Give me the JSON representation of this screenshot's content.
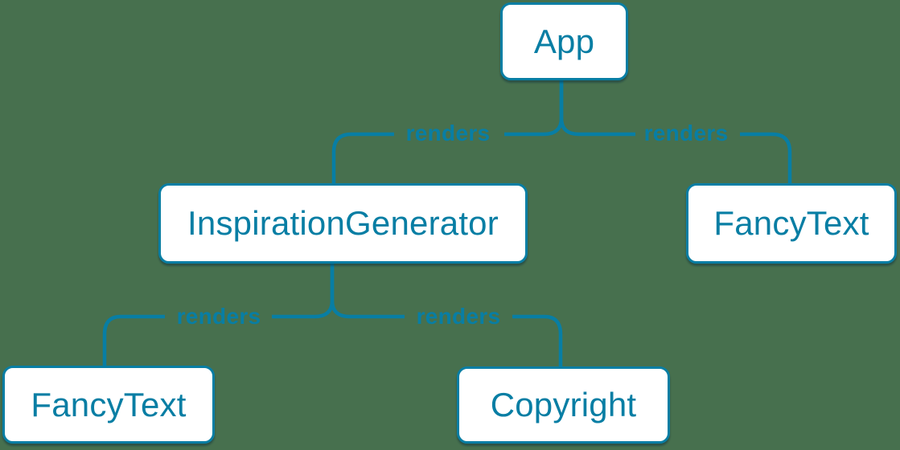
{
  "diagram": {
    "type": "component-render-tree",
    "colors": {
      "background": "#47704e",
      "accent": "#087ea4",
      "node_fill": "#ffffff"
    },
    "nodes": [
      {
        "id": "app",
        "label": "App"
      },
      {
        "id": "inspiration-generator",
        "label": "InspirationGenerator"
      },
      {
        "id": "fancy-text-top",
        "label": "FancyText"
      },
      {
        "id": "fancy-text-bottom",
        "label": "FancyText"
      },
      {
        "id": "copyright",
        "label": "Copyright"
      }
    ],
    "edges": [
      {
        "from": "App",
        "to": "InspirationGenerator",
        "label": "renders"
      },
      {
        "from": "App",
        "to": "FancyText",
        "label": "renders"
      },
      {
        "from": "InspirationGenerator",
        "to": "FancyText",
        "label": "renders"
      },
      {
        "from": "InspirationGenerator",
        "to": "Copyright",
        "label": "renders"
      }
    ]
  }
}
